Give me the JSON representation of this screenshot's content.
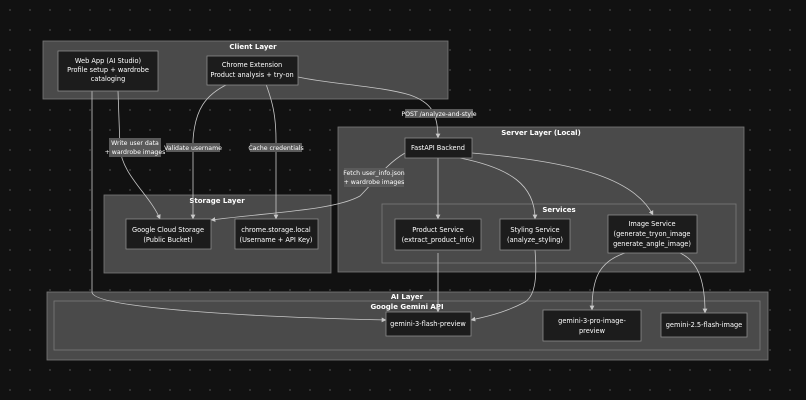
{
  "clusters": {
    "client": "Client Layer",
    "server": "Server Layer (Local)",
    "services": "Services",
    "storage": "Storage Layer",
    "ai": "AI Layer",
    "gemini": "Google Gemini API"
  },
  "nodes": {
    "webapp": [
      "Web App (AI Studio)",
      "Profile setup + wardrobe",
      "cataloging"
    ],
    "chrome_ext": [
      "Chrome Extension",
      "Product analysis + try-on"
    ],
    "fastapi": [
      "FastAPI Backend"
    ],
    "product_service": [
      "Product Service",
      "(extract_product_info)"
    ],
    "styling_service": [
      "Styling Service",
      "(analyze_styling)"
    ],
    "image_service": [
      "Image Service",
      "(generate_tryon_image",
      "generate_angle_image)"
    ],
    "gcs": [
      "Google Cloud Storage",
      "(Public Bucket)"
    ],
    "chrome_storage": [
      "chrome.storage.local",
      "(Username + API Key)"
    ],
    "flash_preview": [
      "gemini-3-flash-preview"
    ],
    "pro_image": [
      "gemini-3-pro-image-",
      "preview"
    ],
    "flash_image": [
      "gemini-2.5-flash-image"
    ]
  },
  "edge_labels": {
    "post": [
      "POST /analyze-and-style"
    ],
    "write_user": [
      "Write user data",
      "+ wardrobe images"
    ],
    "validate": [
      "Validate username"
    ],
    "cache": [
      "Cache credentials"
    ],
    "fetch": [
      "Fetch user_info.json",
      "+ wardrobe images"
    ]
  },
  "colors": {
    "background": "#111111",
    "cluster_fill": "#4a4a4a",
    "node_fill": "#1c1c1c",
    "edge": "#c8c8c8"
  }
}
